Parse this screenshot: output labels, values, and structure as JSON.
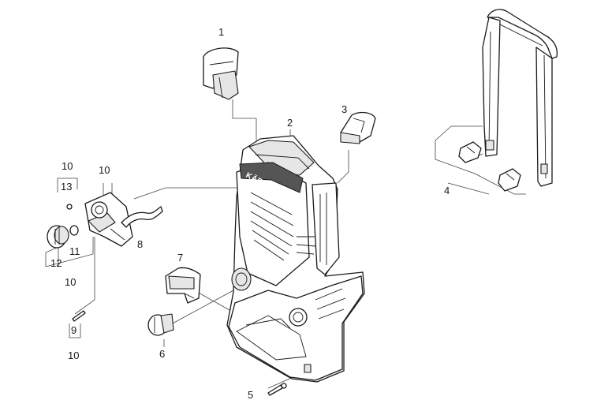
{
  "diagram": {
    "brand_label": "KÄRCHER",
    "callouts": {
      "c1": "1",
      "c2": "2",
      "c3": "3",
      "c4": "4",
      "c5": "5",
      "c6": "6",
      "c7": "7",
      "c8": "8",
      "c9": "9",
      "c10_a": "10",
      "c10_b": "10",
      "c10_c": "10",
      "c10_d": "10",
      "c11": "11",
      "c12": "12",
      "c13": "13"
    }
  }
}
